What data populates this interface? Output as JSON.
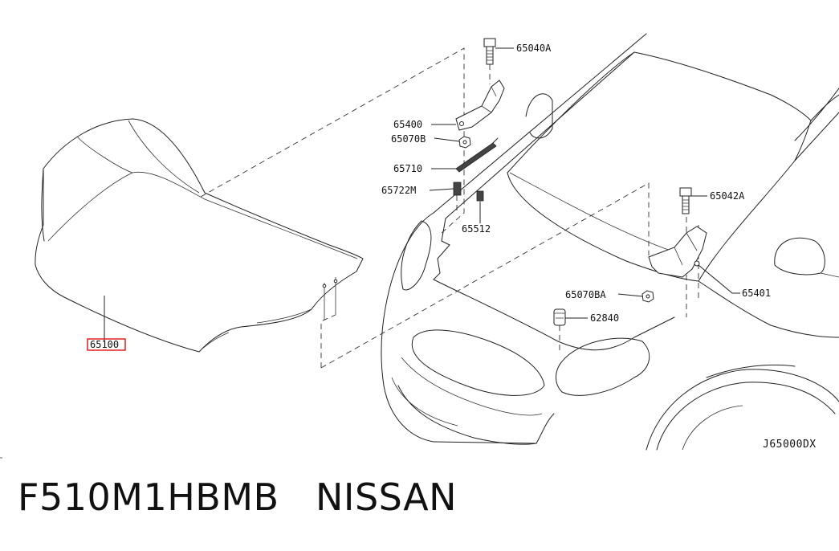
{
  "diagram": {
    "code": "J65000DX",
    "highlight_color": "#e02020",
    "parts": {
      "hood": "65100",
      "hinge_bolt_lh": "65040A",
      "hinge_lh": "65400",
      "nut_lh": "65070B",
      "hood_rod": "65710",
      "rod_clip": "65722M",
      "rod_holder": "65512",
      "hinge_bolt_rh": "65042A",
      "hinge_rh": "65401",
      "nut_rh": "65070BA",
      "bumper_rubber": "62840"
    }
  },
  "caption": {
    "part_number": "F510M1HBMB",
    "brand": "NISSAN"
  }
}
